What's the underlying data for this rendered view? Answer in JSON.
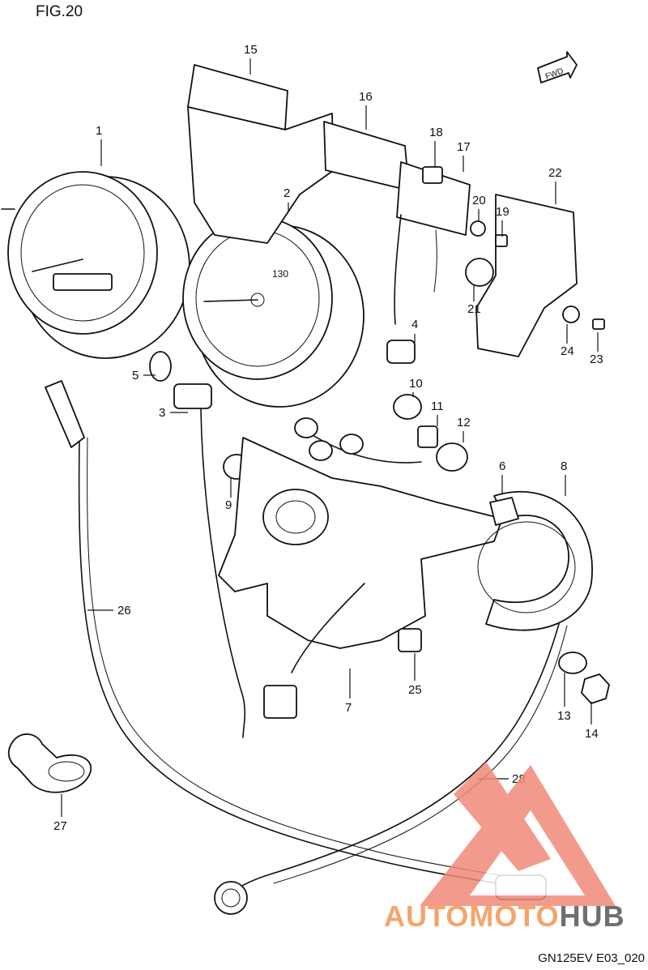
{
  "figure": {
    "title": "FIG.20",
    "drawing_code": "GN125EV E03_020",
    "direction_badge": "FWD"
  },
  "callouts": [
    {
      "id": "p1",
      "label": "1"
    },
    {
      "id": "p2",
      "label": "2"
    },
    {
      "id": "p3",
      "label": "3"
    },
    {
      "id": "p4",
      "label": "4"
    },
    {
      "id": "p5",
      "label": "5"
    },
    {
      "id": "p6",
      "label": "6"
    },
    {
      "id": "p7",
      "label": "7"
    },
    {
      "id": "p8",
      "label": "8"
    },
    {
      "id": "p9",
      "label": "9"
    },
    {
      "id": "p10",
      "label": "10"
    },
    {
      "id": "p11",
      "label": "11"
    },
    {
      "id": "p12",
      "label": "12"
    },
    {
      "id": "p13",
      "label": "13"
    },
    {
      "id": "p14",
      "label": "14"
    },
    {
      "id": "p15",
      "label": "15"
    },
    {
      "id": "p16",
      "label": "16"
    },
    {
      "id": "p17",
      "label": "17"
    },
    {
      "id": "p18",
      "label": "18"
    },
    {
      "id": "p19",
      "label": "19"
    },
    {
      "id": "p20",
      "label": "20"
    },
    {
      "id": "p21",
      "label": "21"
    },
    {
      "id": "p22",
      "label": "22"
    },
    {
      "id": "p23",
      "label": "23"
    },
    {
      "id": "p24",
      "label": "24"
    },
    {
      "id": "p25",
      "label": "25"
    },
    {
      "id": "p26",
      "label": "26"
    },
    {
      "id": "p27",
      "label": "27"
    },
    {
      "id": "p28",
      "label": "28"
    }
  ],
  "gauges": {
    "speedometer_scale": "130"
  },
  "watermark": {
    "word_part1": "AUTOMOTO",
    "word_part2": "HUB",
    "color_primary": "#f08a7a",
    "color_text": "#f5a46b",
    "color_dark": "#6f6f6f"
  }
}
